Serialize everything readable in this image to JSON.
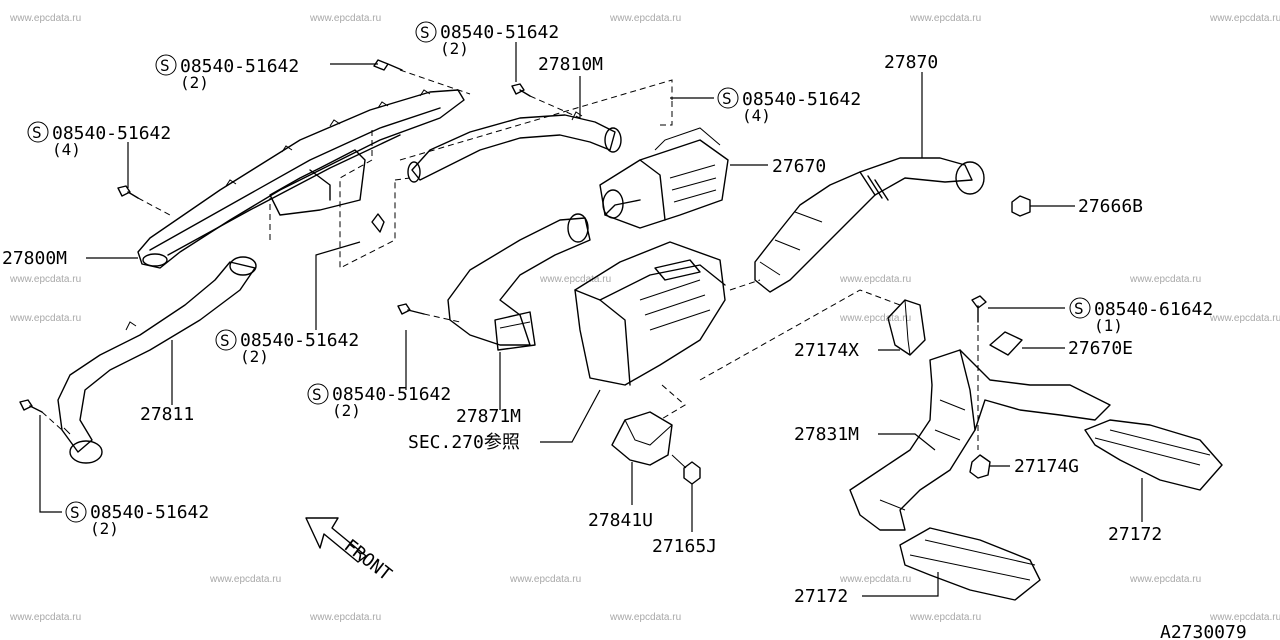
{
  "watermark": "www.epcdata.ru",
  "figure_id": "A2730079",
  "front_label": "FRONT",
  "sec_ref": "SEC.270参照",
  "parts": {
    "p27800M": "27800M",
    "p27811": "27811",
    "p27810M": "27810M",
    "p27870": "27870",
    "p27670": "27670",
    "p27666B": "27666B",
    "p27871M": "27871M",
    "p27174X": "27174X",
    "p27670E": "27670E",
    "p27831M": "27831M",
    "p27174G": "27174G",
    "p27172_right": "27172",
    "p27172_bottom": "27172",
    "p27841U": "27841U",
    "p27165J": "27165J"
  },
  "screws": [
    {
      "part": "08540-51642",
      "qty": "(2)"
    },
    {
      "part": "08540-51642",
      "qty": "(2)"
    },
    {
      "part": "08540-51642",
      "qty": "(4)"
    },
    {
      "part": "08540-51642",
      "qty": "(4)"
    },
    {
      "part": "08540-51642",
      "qty": "(2)"
    },
    {
      "part": "08540-51642",
      "qty": "(2)"
    },
    {
      "part": "08540-61642",
      "qty": "(1)"
    },
    {
      "part": "08540-51642",
      "qty": "(2)"
    }
  ]
}
